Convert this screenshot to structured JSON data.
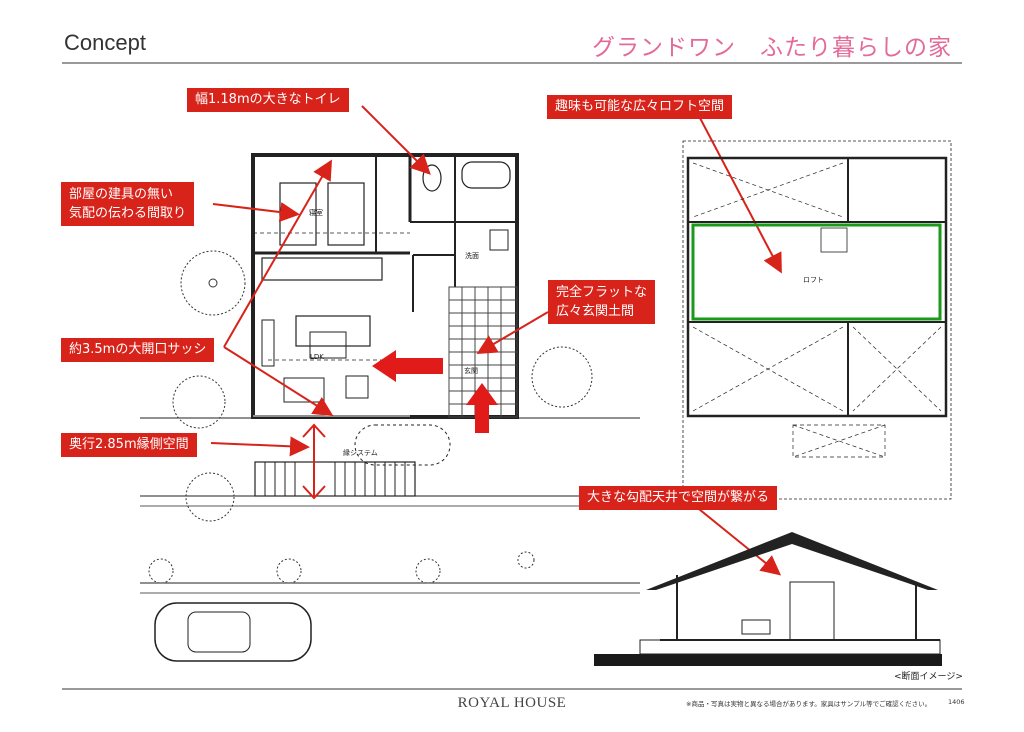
{
  "header": {
    "title": "Concept",
    "subtitle": "グランドワン　ふたり暮らしの家"
  },
  "callouts": {
    "toilet": "幅1.18mの大きなトイレ",
    "no_doors_line1": "部屋の建具の無い",
    "no_doors_line2": "気配の伝わる間取り",
    "sash": "約3.5mの大開口サッシ",
    "engawa": "奥行2.85m縁側空間",
    "entrance_line1": "完全フラットな",
    "entrance_line2": "広々玄関土間",
    "loft": "趣味も可能な広々ロフト空間",
    "ceiling": "大きな勾配天井で空間が繋がる"
  },
  "plan_labels": {
    "bedroom": "寝室",
    "washroom": "洗面",
    "ldk": "LDK",
    "entrance": "玄関",
    "engawa": "縁システム",
    "loft": "ロフト"
  },
  "section_caption": "<断面イメージ>",
  "footer": {
    "brand": "ROYAL HOUSE",
    "note": "※商品・写真は実物と異なる場合があります。家具はサンプル等でご確認ください。",
    "page": "1406"
  },
  "colors": {
    "accent": "#d8231b",
    "subtitle": "#e36b9a",
    "loft_outline": "#1a9a1a"
  }
}
